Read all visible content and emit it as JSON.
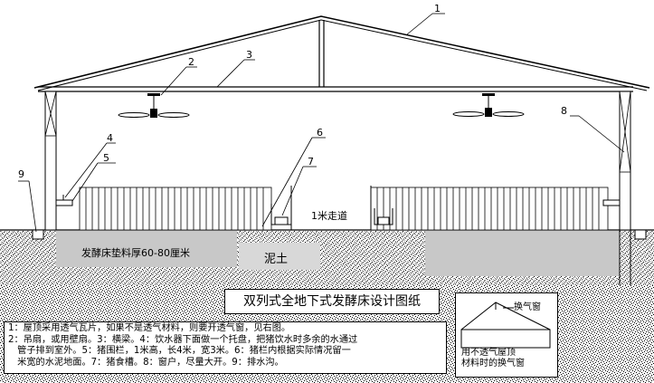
{
  "title": "双列式全地下式发酵床设计图纸",
  "callouts": {
    "c1": "1",
    "c2": "2",
    "c3": "3",
    "c4": "4",
    "c5": "5",
    "c6": "6",
    "c7": "7",
    "c8": "8",
    "c9": "9"
  },
  "labels": {
    "bed_depth": "发酵床垫料厚60-80厘米",
    "soil": "泥土",
    "aisle": "1米走道"
  },
  "notes": [
    "1：屋顶采用透气瓦片，如果不是透气材料，则要开透气窗，见右图。",
    "2：吊扇，或用壁扇。3：横梁。4：饮水器下面做一个托盘，把猪饮水时多余的水通过",
    "　管子排到室外。5：猪围栏，1米高，长4米，宽3米。6：猪栏内根据实际情况留一",
    "　米宽的水泥地面。7：猪食槽。8：窗户，尽量大开。9：排水沟。"
  ],
  "inset": {
    "vent_label": "换气窗",
    "caption_line1": "用不透气屋顶",
    "caption_line2": "材料时的换气窗"
  }
}
